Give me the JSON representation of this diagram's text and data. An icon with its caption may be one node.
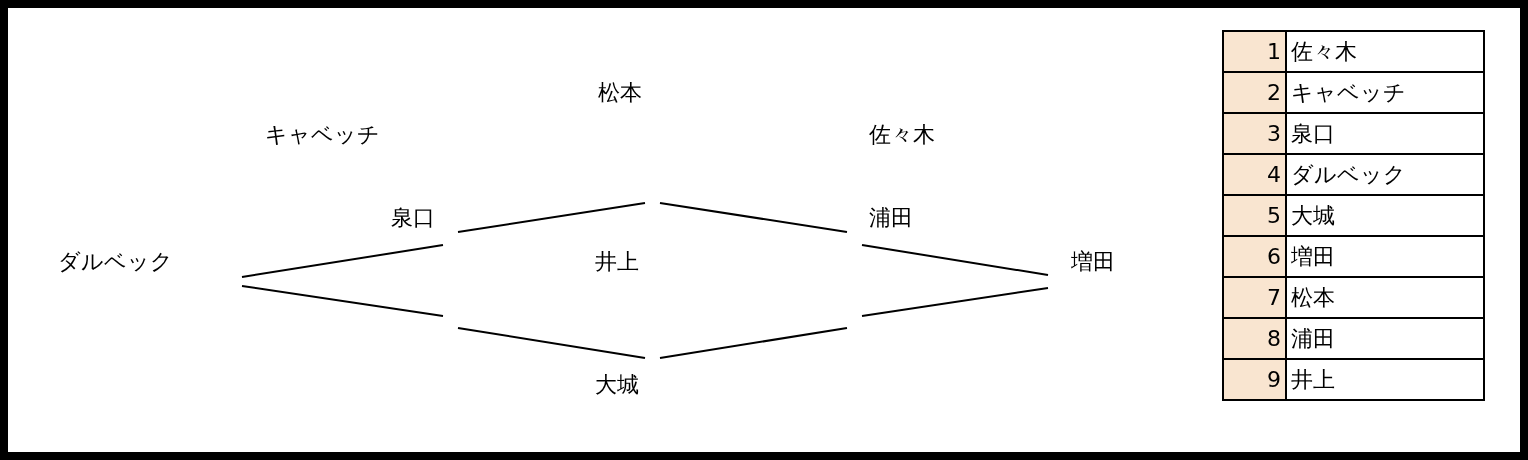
{
  "diagram": {
    "nodes": [
      {
        "text": [
          "泉口"
        ]
      },
      {
        "text": [
          "浦田"
        ]
      },
      {
        "text": [
          "ダルベック"
        ]
      },
      {
        "text": [
          "井上"
        ]
      },
      {
        "text": [
          "増田"
        ]
      },
      {
        "text": [
          "大城"
        ]
      }
    ],
    "edges": [
      {
        "from": 2,
        "to": 0,
        "arrow": "none"
      },
      {
        "from": 0,
        "to": 3,
        "arrow": "none"
      },
      {
        "from": 3,
        "to": 1,
        "arrow": "none"
      },
      {
        "from": 1,
        "to": 4,
        "arrow": "none"
      },
      {
        "from": 2,
        "to": null,
        "arrow": "none"
      },
      {
        "from": null,
        "to": 5,
        "arrow": "none"
      },
      {
        "from": 5,
        "to": null,
        "arrow": "none"
      },
      {
        "from": null,
        "to": 4,
        "arrow": "none"
      }
    ],
    "labels": [
      "松本",
      "キャベッチ",
      "佐々木",
      "1",
      "佐々木",
      "2",
      "キャベッチ",
      "3",
      "泉口",
      "4",
      "ダルベック",
      "5",
      "大城",
      "6",
      "増田",
      "7",
      "松本",
      "8",
      "浦田",
      "9",
      "井上"
    ]
  }
}
